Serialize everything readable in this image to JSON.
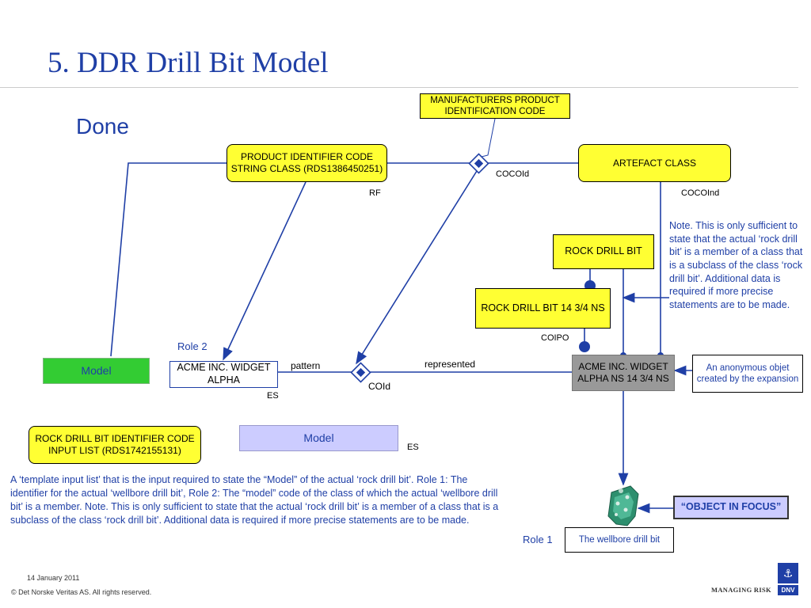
{
  "slide": {
    "title": "5. DDR Drill Bit Model",
    "subtitle": "Done"
  },
  "colors": {
    "title": "#1f3fa6",
    "line": "#1f3fa6",
    "yellow_box": "#ffff33",
    "green_box": "#33cc33",
    "lavender_box": "#ccccff",
    "gray_box": "#999999"
  },
  "boxes": {
    "manufacturers": "MANUFACTURERS PRODUCT IDENTIFICATION CODE",
    "product_identifier": "PRODUCT IDENTIFIER CODE STRING CLASS (RDS1386450251)",
    "artefact_class": "ARTEFACT CLASS",
    "rock_drill_bit": "ROCK DRILL BIT",
    "rock_drill_bit_14": "ROCK DRILL BIT 14 3/4 NS",
    "model_green": "Model",
    "acme_alpha": "ACME INC. WIDGET ALPHA",
    "acme_widget_ns": "ACME INC. WIDGET ALPHA NS 14 3/4 NS",
    "anonymous_object": "An anonymous objet created by the expansion",
    "input_list": "ROCK DRILL BIT IDENTIFIER CODE INPUT LIST (RDS1742155131)",
    "model_lavender": "Model",
    "object_in_focus": "“OBJECT IN FOCUS”",
    "wellbore_drill_bit": "The wellbore drill bit"
  },
  "labels": {
    "rf": "RF",
    "cocoid": "COCOId",
    "cocoind": "COCOInd",
    "role2": "Role 2",
    "pattern": "pattern",
    "represented": "represented",
    "coid": "COId",
    "coipo": "COIPO",
    "es1": "ES",
    "es2": "ES",
    "role1": "Role 1"
  },
  "note": "Note. This is only sufficient to state that the actual ‘rock drill bit’ is a member of a class that is a subclass of the class ‘rock drill bit’. Additional data is required if more precise statements are to be made.",
  "paragraph": "A ‘template input list’ that is the input required to state the “Model” of the actual ‘rock drill bit’. Role 1: The identifier for the actual ‘wellbore drill bit’, Role 2: The “model” code of the class of which the actual ‘wellbore drill bit’ is a member. Note. This is only sufficient to state that the actual ‘rock drill bit’ is a member of a class that is a subclass of the class ‘rock drill bit’. Additional data is required if more precise statements are to be made.",
  "footer": {
    "date": "14 January 2011",
    "copyright": "© Det Norske Veritas AS. All rights reserved.",
    "tagline": "MANAGING RISK",
    "logo_text": "DNV"
  }
}
